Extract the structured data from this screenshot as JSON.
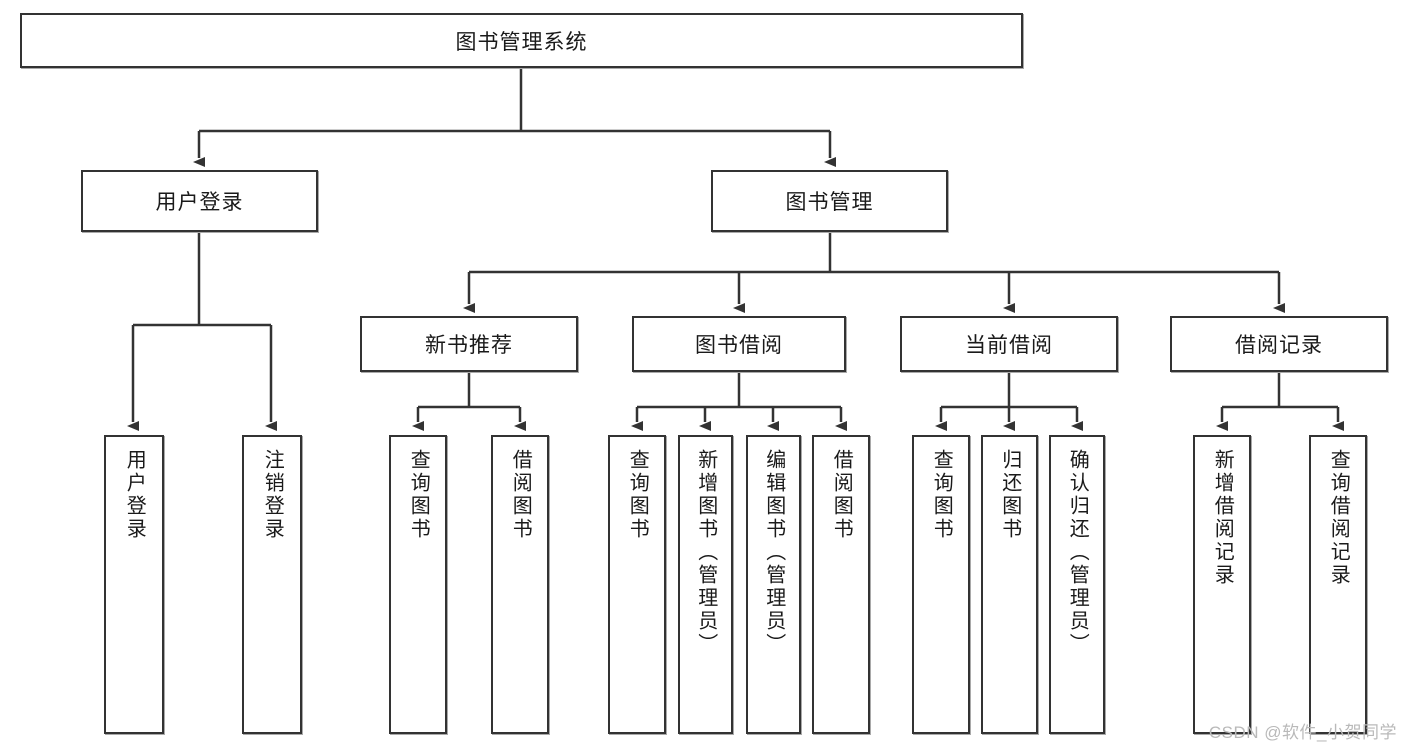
{
  "diagram": {
    "title": "图书管理系统",
    "watermark": "CSDN @软件_小贺同学",
    "colors": {
      "stroke": "#333333",
      "fill": "#ffffff",
      "shadow": "#a9a9a9",
      "text": "#1a1a1a",
      "watermark": "#b9b9b9"
    },
    "nodes": {
      "root": {
        "label": "图书管理系统"
      },
      "level2": [
        {
          "id": "user-login",
          "label": "用户登录"
        },
        {
          "id": "book-manage",
          "label": "图书管理"
        }
      ],
      "level3": [
        {
          "id": "new-book-recommend",
          "label": "新书推荐"
        },
        {
          "id": "book-borrow",
          "label": "图书借阅"
        },
        {
          "id": "current-borrow",
          "label": "当前借阅"
        },
        {
          "id": "borrow-record",
          "label": "借阅记录"
        }
      ],
      "leaves": {
        "user-login": [
          {
            "id": "leaf-user-login",
            "label": "用户登录"
          },
          {
            "id": "leaf-logout-login",
            "label": "注销登录"
          }
        ],
        "new-book-recommend": [
          {
            "id": "leaf-query-book-1",
            "label": "查询图书"
          },
          {
            "id": "leaf-borrow-book-1",
            "label": "借阅图书"
          }
        ],
        "book-borrow": [
          {
            "id": "leaf-query-book-2",
            "label": "查询图书"
          },
          {
            "id": "leaf-add-book",
            "label": "新增图书（管理员）"
          },
          {
            "id": "leaf-edit-book",
            "label": "编辑图书（管理员）"
          },
          {
            "id": "leaf-borrow-book-2",
            "label": "借阅图书"
          }
        ],
        "current-borrow": [
          {
            "id": "leaf-query-book-3",
            "label": "查询图书"
          },
          {
            "id": "leaf-return-book",
            "label": "归还图书"
          },
          {
            "id": "leaf-confirm-return",
            "label": "确认归还（管理员）"
          }
        ],
        "borrow-record": [
          {
            "id": "leaf-add-record",
            "label": "新增借阅记录"
          },
          {
            "id": "leaf-query-record",
            "label": "查询借阅记录"
          }
        ]
      }
    }
  }
}
